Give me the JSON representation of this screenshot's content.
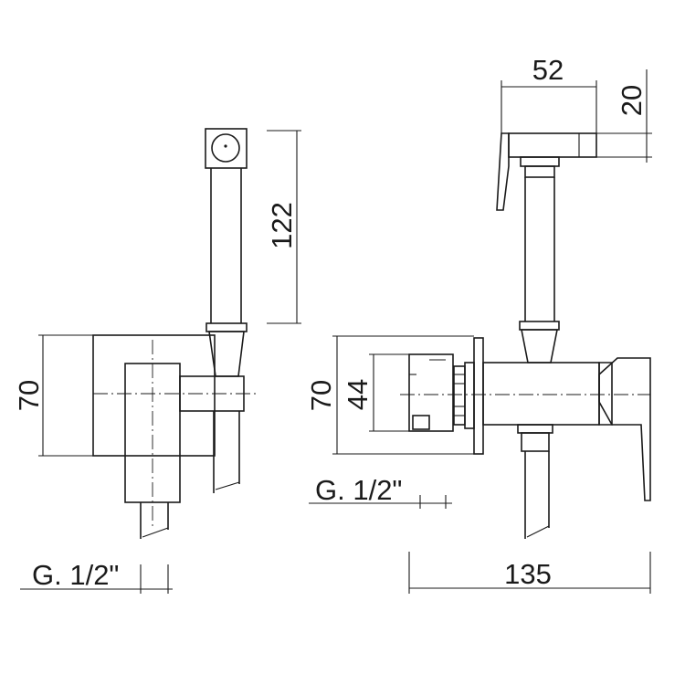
{
  "dimensions": {
    "left_shower_length": "122",
    "left_body_height": "70",
    "left_thread": "G. 1/2\"",
    "right_head_width": "52",
    "right_head_height": "20",
    "right_body_height": "70",
    "right_plate_height": "44",
    "right_thread": "G. 1/2\"",
    "right_total_length": "135"
  }
}
